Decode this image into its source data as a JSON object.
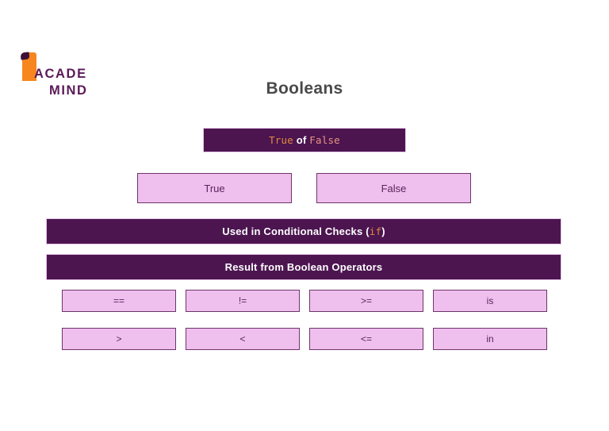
{
  "brand": {
    "name_line1": "ACADE",
    "name_line2": "MIND",
    "logo_icon": "academind-flag-logo",
    "flag_color": "#f7861f",
    "text_color": "#5b1a57"
  },
  "header": {
    "title": "Booleans",
    "title_color": "#4a4a4a"
  },
  "colors": {
    "dark_purple": "#4c1550",
    "light_pink": "#efbfee",
    "pink_border": "#6e3569",
    "code_orange": "#e08a3c",
    "code_salmon": "#e9957f",
    "white": "#ffffff"
  },
  "headline_bar": {
    "part_true": "True",
    "part_or": "of",
    "part_false": "False",
    "full_text": "True of False"
  },
  "value_boxes": [
    {
      "label": "True"
    },
    {
      "label": "False"
    }
  ],
  "conditional_bar": {
    "text_before": "Used in Conditional Checks (",
    "keyword": "if",
    "text_after": ")",
    "full_text": "Used in Conditional Checks (if)"
  },
  "operators_bar": {
    "text": "Result from Boolean Operators"
  },
  "operator_boxes": {
    "row1": [
      {
        "label": "=="
      },
      {
        "label": "!="
      },
      {
        "label": ">="
      },
      {
        "label": "is"
      }
    ],
    "row2": [
      {
        "label": ">"
      },
      {
        "label": "<"
      },
      {
        "label": "<="
      },
      {
        "label": "in"
      }
    ]
  }
}
